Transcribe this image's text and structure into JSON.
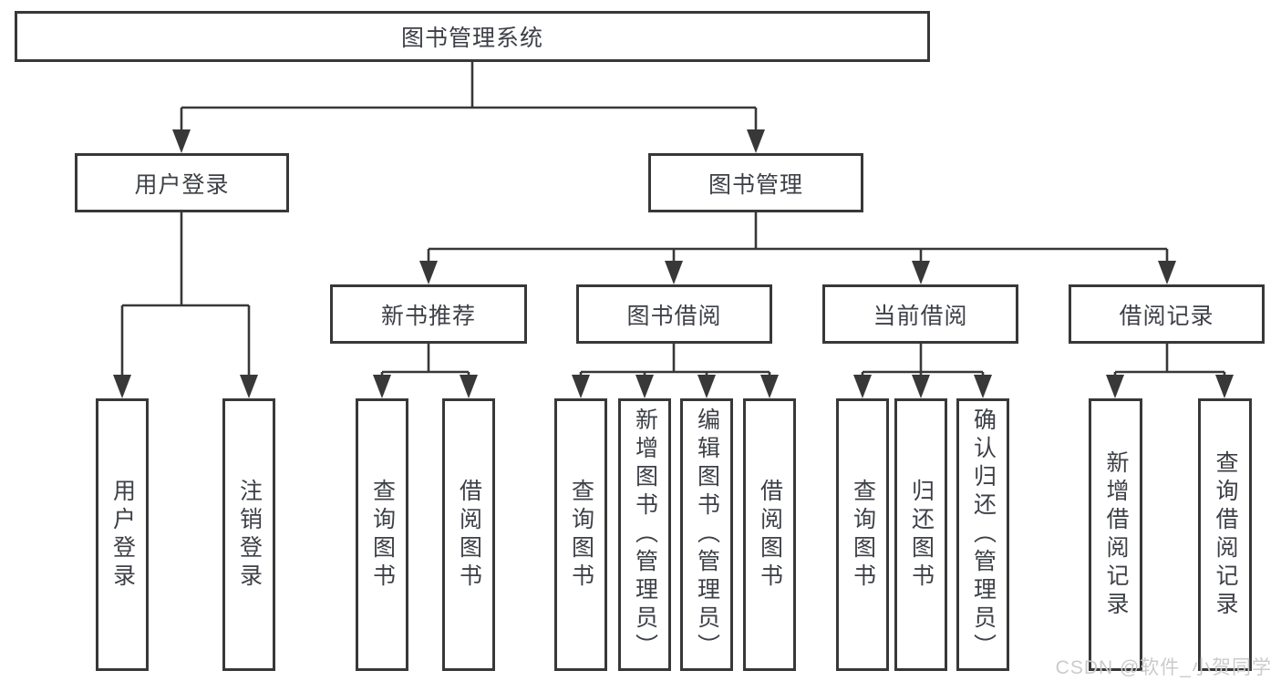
{
  "colors": {
    "line": "#383838",
    "text": "#3d4046",
    "background": "#ffffff",
    "watermark_text": "#cbcbcb"
  },
  "tree": {
    "root": {
      "label": "图书管理系统"
    },
    "user_login": {
      "label": "用户登录",
      "children": [
        {
          "label": "用户登录"
        },
        {
          "label": "注销登录"
        }
      ]
    },
    "book_mgmt": {
      "label": "图书管理",
      "children": [
        {
          "label": "新书推荐",
          "children": [
            {
              "label": "查询图书"
            },
            {
              "label": "借阅图书"
            }
          ]
        },
        {
          "label": "图书借阅",
          "children": [
            {
              "label": "查询图书"
            },
            {
              "label": "新增图书（管理员）"
            },
            {
              "label": "编辑图书（管理员）"
            },
            {
              "label": "借阅图书"
            }
          ]
        },
        {
          "label": "当前借阅",
          "children": [
            {
              "label": "查询图书"
            },
            {
              "label": "归还图书"
            },
            {
              "label": "确认归还（管理员）"
            }
          ]
        },
        {
          "label": "借阅记录",
          "children": [
            {
              "label": "新增借阅记录"
            },
            {
              "label": "查询借阅记录"
            }
          ]
        }
      ]
    }
  },
  "watermark": {
    "text": "CSDN @软件_小贺同学"
  }
}
